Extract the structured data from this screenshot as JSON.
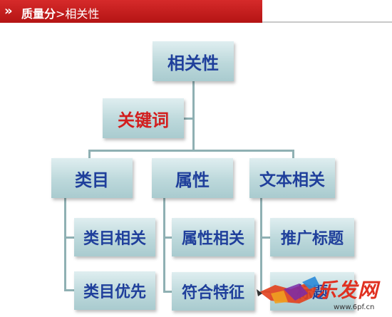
{
  "header": {
    "arrow": "»",
    "section": "质量分",
    "separator": ">",
    "topic": "相关性"
  },
  "diagram": {
    "root": "相关性",
    "keyword": "关键词",
    "branches": [
      {
        "label": "类目",
        "children": [
          "类目相关",
          "类目优先"
        ]
      },
      {
        "label": "属性",
        "children": [
          "属性相关",
          "符合特征"
        ]
      },
      {
        "label": "文本相关",
        "children": [
          "推广标题",
          "标题"
        ]
      }
    ]
  },
  "watermark": {
    "brand": "乐发网",
    "url": "www.6pf.cn"
  },
  "colors": {
    "header_red": "#c41e1e",
    "box_text_blue": "#1f3f9b",
    "keyword_red": "#d21e1e",
    "box_fill": "#bcd8db",
    "connector": "#8fb0b3"
  }
}
